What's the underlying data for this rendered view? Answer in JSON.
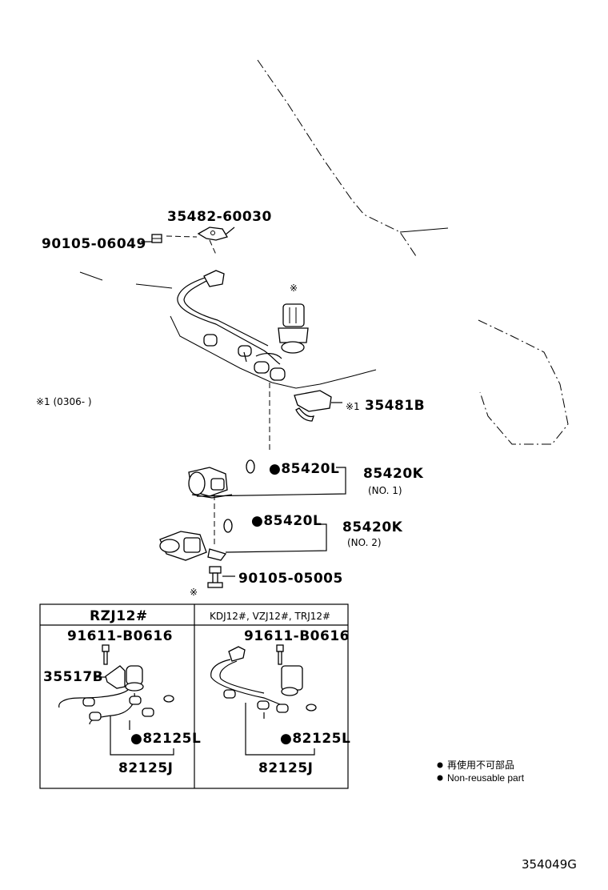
{
  "labels": {
    "p35482": "35482-60030",
    "p90105_06049": "90105-06049",
    "p35481b": "35481B",
    "note_range": "※1 (0306-   )",
    "note_mark": "※",
    "note_mark1": "※1",
    "p85420l_1": "●85420L",
    "p85420k_1": "85420K",
    "no1": "(NO. 1)",
    "p85420l_2": "●85420L",
    "p85420k_2": "85420K",
    "no2": "(NO. 2)",
    "p90105_05005": "90105-05005",
    "box_mark": "※"
  },
  "table": {
    "left_header": "RZJ12#",
    "right_header": "KDJ12#, VZJ12#, TRJ12#",
    "left": {
      "bolt": "91611-B0616",
      "bracket": "35517B",
      "gasket": "●82125L",
      "harness": "82125J"
    },
    "right": {
      "bolt": "91611-B0616",
      "gasket": "●82125L",
      "harness": "82125J"
    }
  },
  "legend": {
    "jp": "再使用不可部品",
    "en": "Non-reusable part"
  },
  "footer": {
    "code": "354049G"
  }
}
